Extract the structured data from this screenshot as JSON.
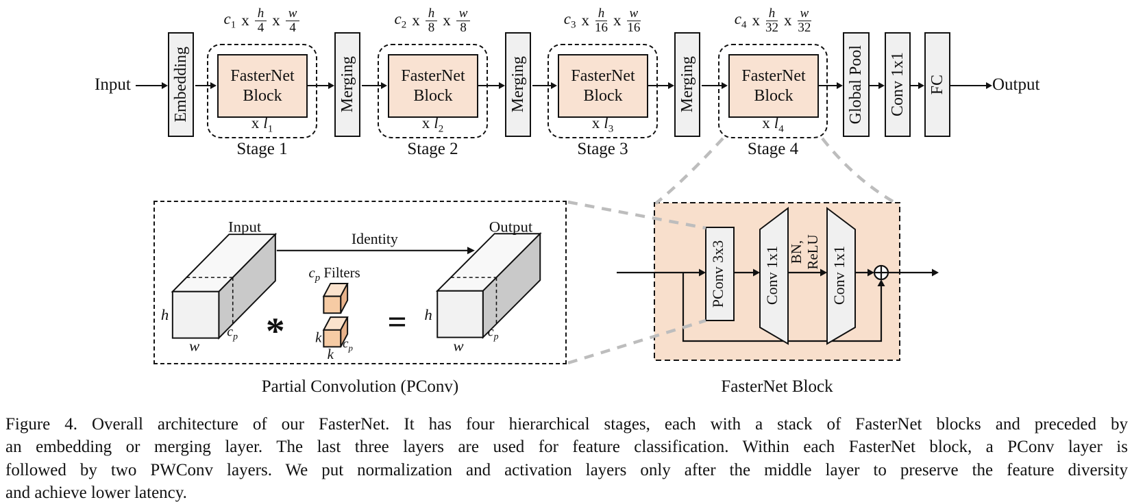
{
  "colors": {
    "block_fill": "#F9E2D2",
    "panel_fill": "#F8DFCC",
    "layer_box_fill": "#F0F0F0",
    "connector_gray": "#BDBDBD",
    "line": "#111111",
    "cuboid_front": "#F2F2F2",
    "cuboid_top": "#F8F8F8",
    "cuboid_side": "#C9C9C9",
    "filter_front": "#F6CBA4",
    "filter_top": "#FBE3CD",
    "filter_side": "#E8B28A"
  },
  "pipeline": {
    "input_label": "Input",
    "output_label": "Output",
    "embedding_label": "Embedding",
    "block": {
      "line1": "FasterNet",
      "line2": "Block"
    },
    "mergings": [
      "Merging",
      "Merging",
      "Merging"
    ],
    "final_layers": [
      "Global Pool",
      "Conv 1x1",
      "FC"
    ],
    "stages": [
      {
        "label": "Stage 1",
        "dim": {
          "c": "c",
          "sub": "1",
          "times": "x",
          "h": "h",
          "h_den": "4",
          "w": "w",
          "w_den": "4"
        },
        "mult": {
          "times": "x",
          "l": "l",
          "sub": "1"
        }
      },
      {
        "label": "Stage 2",
        "dim": {
          "c": "c",
          "sub": "2",
          "times": "x",
          "h": "h",
          "h_den": "8",
          "w": "w",
          "w_den": "8"
        },
        "mult": {
          "times": "x",
          "l": "l",
          "sub": "2"
        }
      },
      {
        "label": "Stage 3",
        "dim": {
          "c": "c",
          "sub": "3",
          "times": "x",
          "h": "h",
          "h_den": "16",
          "w": "w",
          "w_den": "16"
        },
        "mult": {
          "times": "x",
          "l": "l",
          "sub": "3"
        }
      },
      {
        "label": "Stage 4",
        "dim": {
          "c": "c",
          "sub": "4",
          "times": "x",
          "h": "h",
          "h_den": "32",
          "w": "w",
          "w_den": "32"
        },
        "mult": {
          "times": "x",
          "l": "l",
          "sub": "4"
        }
      }
    ]
  },
  "pconv_panel": {
    "caption": "Partial Convolution (PConv)",
    "identity_label": "Identity",
    "conv_symbol": "*",
    "equals_symbol": "=",
    "input_cuboid": {
      "title": "Input",
      "h": "h",
      "w": "w",
      "c": "c",
      "c_sub": "p"
    },
    "output_cuboid": {
      "title": "Output",
      "h": "h",
      "w": "w",
      "c": "c",
      "c_sub": "p"
    },
    "filters": {
      "c": "c",
      "c_sub": "p",
      "word": " Filters",
      "k_left": "k",
      "k_bottom": "k",
      "c2": "c",
      "c2_sub": "p"
    }
  },
  "block_panel": {
    "caption": "FasterNet Block",
    "pconv_label": "PConv 3x3",
    "conv1_label": "Conv 1x1",
    "conv2_label": "Conv 1x1",
    "bn_line1": "BN,",
    "bn_line2": "ReLU"
  },
  "figure_caption": {
    "lines": [
      "Figure 4. Overall architecture of our FasterNet. It has four hierarchical stages, each with a stack of FasterNet blocks and preceded by",
      "an embedding or merging layer. The last three layers are used for feature classification. Within each FasterNet block, a PConv layer is",
      "followed by two PWConv layers. We put normalization and activation layers only after the middle layer to preserve the feature diversity",
      "and achieve lower latency."
    ]
  }
}
